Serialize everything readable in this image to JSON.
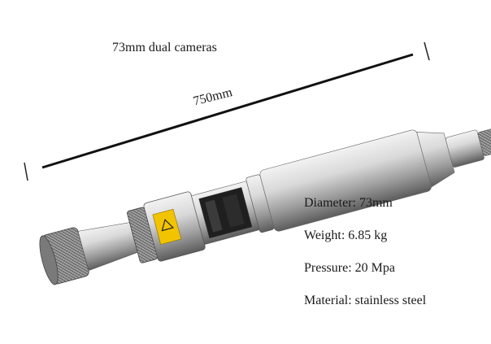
{
  "caption": "73mm dual cameras",
  "dimension_label": "750mm",
  "specs": [
    {
      "label": "Diameter",
      "value": "73mm"
    },
    {
      "label": "Weight",
      "value": "6.85 kg"
    },
    {
      "label": "Pressure",
      "value": "20 Mpa"
    },
    {
      "label": "Material",
      "value": "stainless steel"
    }
  ],
  "colors": {
    "steel_light": "#e6e6e6",
    "steel_mid": "#a9a9a9",
    "steel_dark": "#6e6e6e",
    "warning_label": "#f2c300",
    "dimension_line": "#111111"
  }
}
